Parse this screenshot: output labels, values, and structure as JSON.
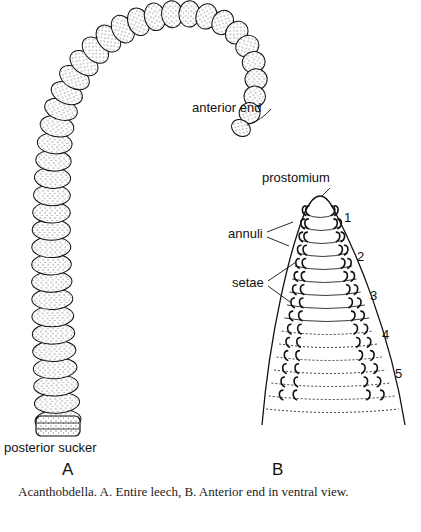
{
  "diagram": {
    "caption": "Acanthobdella. A. Entire leech, B. Anterior end in ventral view.",
    "labels": [
      "anterior end",
      "prostomium",
      "annuli",
      "setae",
      "posterior sucker",
      "1",
      "2",
      "3",
      "4",
      "5",
      "A",
      "B"
    ]
  }
}
